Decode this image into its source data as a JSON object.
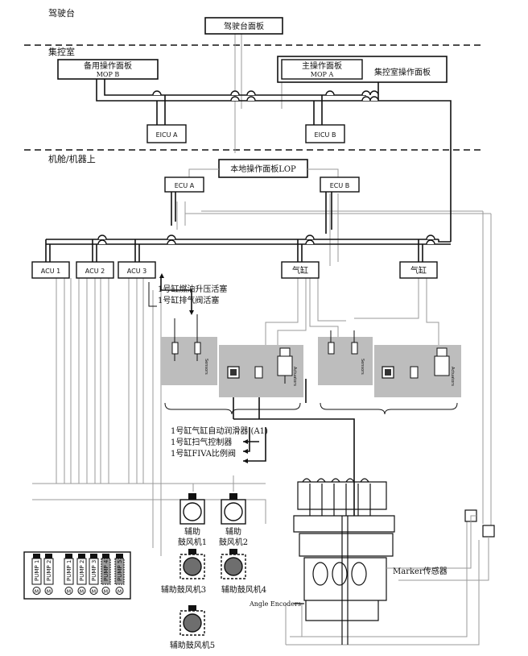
{
  "zones": {
    "bridge": "驾驶台",
    "control_room": "集控室",
    "engine_room": "机舱/机器上"
  },
  "panels": {
    "bridge_panel": "驾驶台面板",
    "mop_b_line1": "备用操作面板",
    "mop_b_line2": "MOP B",
    "mop_a_line1": "主操作面板",
    "mop_a_line2": "MOP A",
    "control_room_panel": "集控室操作面板",
    "lop": "本地操作面板LOP"
  },
  "units": {
    "eicu_a": "EICU A",
    "eicu_b": "EICU B",
    "ecu_a": "ECU A",
    "ecu_b": "ECU B",
    "acu1": "ACU 1",
    "acu2": "ACU 2",
    "acu3": "ACU 3",
    "ccu1": "气缸",
    "ccu2": "气缸"
  },
  "callouts": {
    "fuel_booster": "1号缸燃油升压活塞",
    "exhaust_actuator": "1号缸排气阀活塞",
    "lubricator": "1号缸气缸自动润滑器 (A1)",
    "scavenge": "1号缸扫气控制器",
    "fiva": "1号缸FIVA比例阀"
  },
  "box_labels": {
    "sensors": "Sensors",
    "actuators": "Actuators"
  },
  "blowers": {
    "b1_line1": "辅助",
    "b1_line2": "鼓风机1",
    "b2_line1": "辅助",
    "b2_line2": "鼓风机2",
    "b3": "辅助鼓风机3",
    "b4": "辅助鼓风机4",
    "b5": "辅助鼓风机5"
  },
  "pumps": {
    "motor_symbol": "M",
    "labels": [
      "PUMP 1",
      "PUMP 2",
      "PUMP 1",
      "PUMP 2",
      "PUMP 3",
      "PUMP 4",
      "PUMP 5"
    ]
  },
  "engine": {
    "marker": "Marker传感器",
    "encoders": "Angle Encoders"
  },
  "colors": {
    "line": "#111111",
    "cable": "#9a9a9a",
    "box_fill": "#bdbdbd",
    "blower_dark": "#6e6e6e"
  }
}
